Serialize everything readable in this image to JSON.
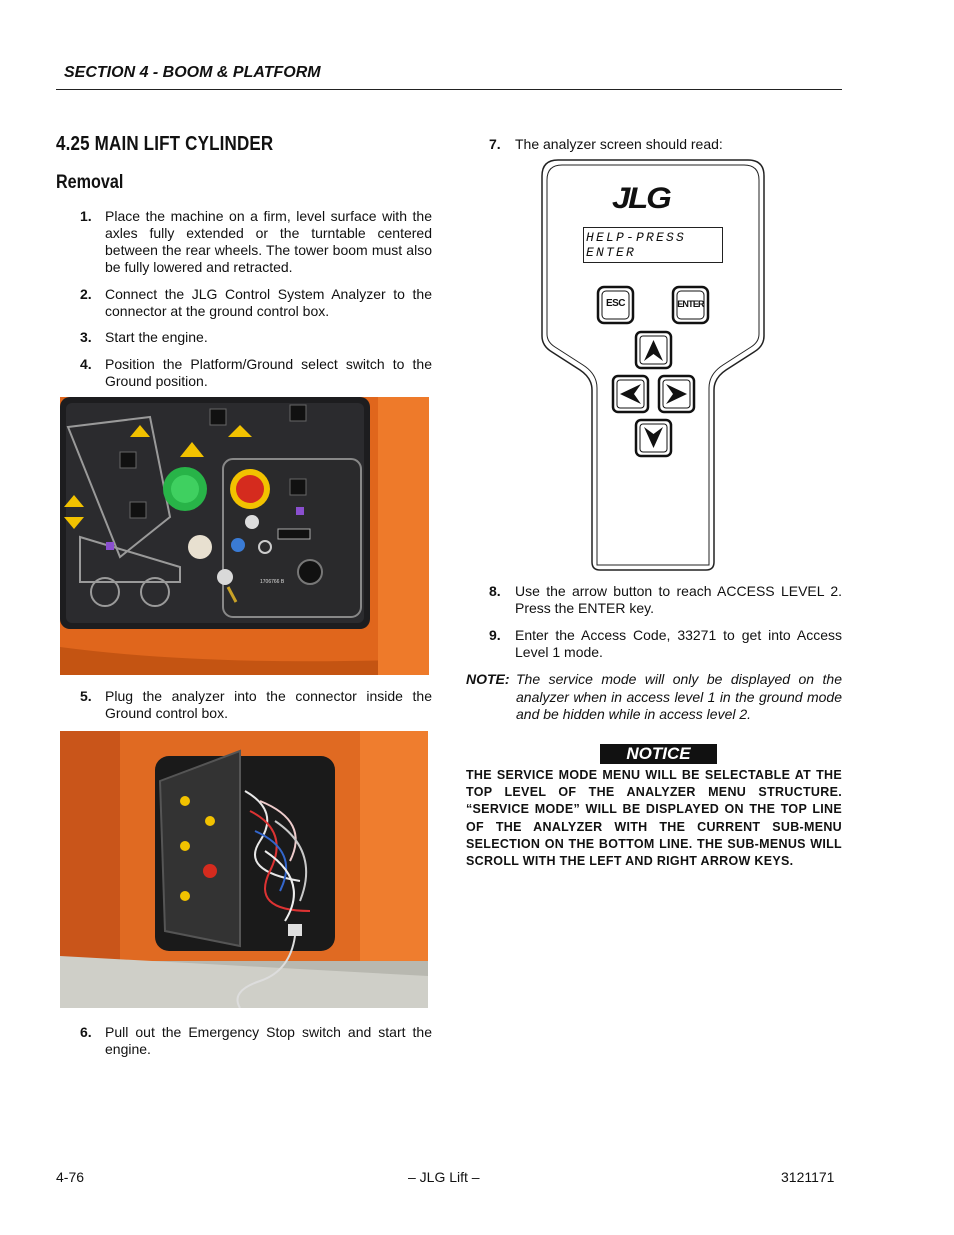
{
  "header": {
    "section": "SECTION 4 - BOOM & PLATFORM"
  },
  "heading": {
    "title": "4.25 MAIN LIFT CYLINDER",
    "subtitle": "Removal"
  },
  "steps": [
    {
      "num": "1.",
      "text": "Place the machine on a firm, level surface with the axles fully extended or the turntable centered between the rear wheels. The tower boom must also be fully lowered and retracted."
    },
    {
      "num": "2.",
      "text": "Connect the JLG Control System Analyzer to the connector at the ground control box."
    },
    {
      "num": "3.",
      "text": "Start the engine."
    },
    {
      "num": "4.",
      "text": "Position the Platform/Ground select switch to the Ground position."
    },
    {
      "num": "5.",
      "text": "Plug the analyzer into the connector inside the Ground control box."
    },
    {
      "num": "6.",
      "text": "Pull out the Emergency Stop switch and start the engine."
    },
    {
      "num": "7.",
      "text": "The analyzer screen should read:"
    },
    {
      "num": "8.",
      "text": "Use the arrow button to reach ACCESS LEVEL 2. Press the ENTER key."
    },
    {
      "num": "9.",
      "text": "Enter the Access Code, 33271 to get into Access Level 1 mode."
    }
  ],
  "analyzer": {
    "logo": "JLG",
    "screen": "HELP-PRESS ENTER",
    "esc_label": "ESC",
    "enter_label": "ENTER",
    "photo1_label": "1706766 B"
  },
  "note": {
    "label": "NOTE:",
    "text": "The service mode will only be displayed on the analyzer when in access level 1 in the ground mode and be hidden while in access level 2."
  },
  "notice": {
    "badge": "NOTICE",
    "text": "THE SERVICE MODE MENU WILL BE SELECTABLE AT THE TOP LEVEL OF THE ANALYZER MENU STRUCTURE. “SERVICE MODE” WILL BE DISPLAYED ON THE TOP LINE OF THE ANALYZER WITH THE CURRENT SUB-MENU SELECTION ON THE BOTTOM LINE. THE SUB-MENUS WILL SCROLL WITH THE LEFT AND RIGHT ARROW KEYS."
  },
  "footer": {
    "page": "4-76",
    "center": "– JLG Lift –",
    "doc": "3121171"
  }
}
